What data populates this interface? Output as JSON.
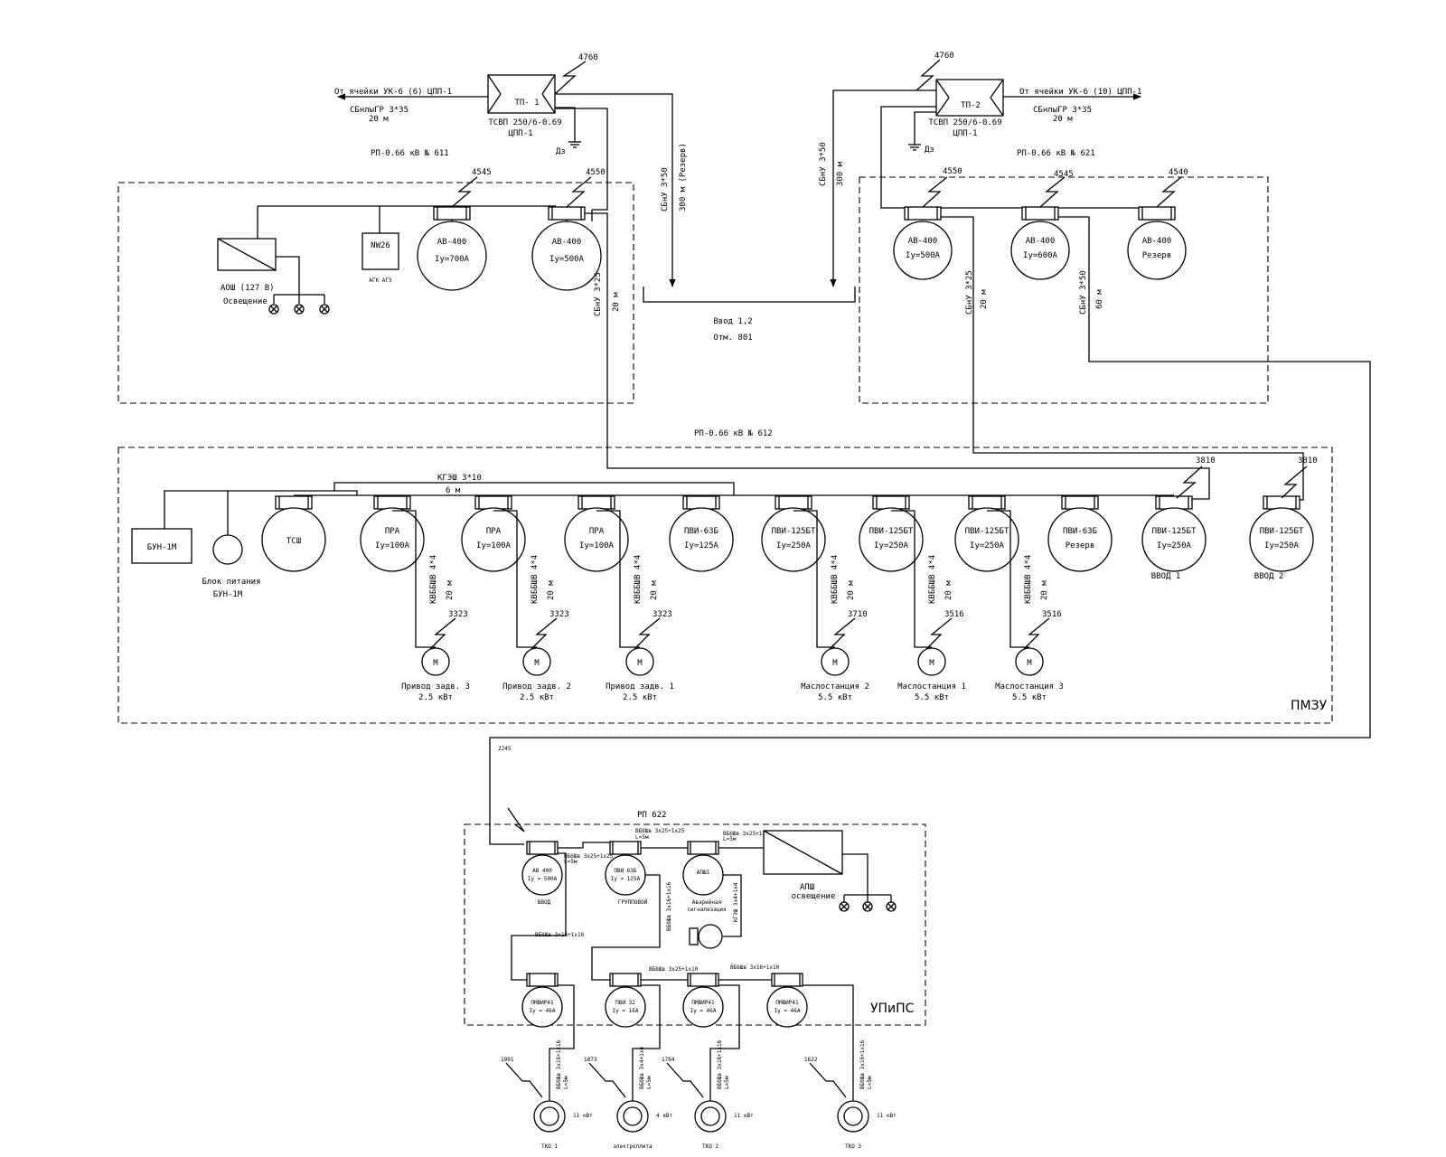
{
  "tp1": {
    "label": "ТП- 1",
    "type": "ТСВП 250/6-0.69",
    "sub": "ЦПП-1",
    "feed": "От ячейки УК-6  (6) ЦПП-1",
    "cable": "СБнлыГР 3*35",
    "cable_len": "20 м",
    "num": "4760",
    "dz": "Дз"
  },
  "tp2": {
    "label": "ТП-2",
    "type": "ТСВП 250/6-0.69",
    "sub": "ЦПП-1",
    "feed": "От ячейки УК-6  (10) ЦПП-1",
    "cable": "СБнлыГР 3*35",
    "cable_len": "20 м",
    "num": "4760",
    "dz": "Дз"
  },
  "cables": {
    "c1": "СБнУ 3*50",
    "c1_len": "300 м (Резерв)",
    "c2": "СБнУ 3*50",
    "c2_len": "300 м",
    "vvod": "Ввод 1,2",
    "otm": "Отм. 801",
    "c3": "СБнУ 3*25",
    "c3_len": "20 м",
    "c4": "СБнУ 3*25",
    "c4_len": "20 м",
    "c5": "СБнУ 3*50",
    "c5_len": "60 м"
  },
  "rp611": {
    "title": "РП-0.66 кВ № 611",
    "n1": "4545",
    "n2": "4550",
    "b1": {
      "name": "АВ-400",
      "val": "Iу=700А"
    },
    "b2": {
      "name": "АВ-400",
      "val": "Iу=500А"
    },
    "nw": "NW26",
    "agk": "АГК АГЗ",
    "aosh": "АОШ (127 В)",
    "osv": "Освещение"
  },
  "rp621": {
    "title": "РП-0.66 кВ № 621",
    "n1": "4550",
    "n2": "4545",
    "n3": "4540",
    "b1": {
      "name": "АВ-400",
      "val": "Iу=500А"
    },
    "b2": {
      "name": "АВ-400",
      "val": "Iу=600А"
    },
    "b3": {
      "name": "АВ-400",
      "val": "Резерв"
    }
  },
  "rp612": {
    "title": "РП-0.66 кВ № 612",
    "bus_cable": "КГЭШ 3*10",
    "bus_len": "6 м",
    "bun": "БУН-1М",
    "blok": "Блок питания",
    "blok2": "БУН-1М",
    "tsh": "ТСШ",
    "pra1": {
      "name": "ПРА",
      "val": "Iу=100А"
    },
    "pra2": {
      "name": "ПРА",
      "val": "Iу=100А"
    },
    "pra3": {
      "name": "ПРА",
      "val": "Iу=100А"
    },
    "pvi63": {
      "name": "ПВИ-63Б",
      "val": "Iу=125А"
    },
    "pvi125a": {
      "name": "ПВИ-125БТ",
      "val": "Iу=250А"
    },
    "pvi125b": {
      "name": "ПВИ-125БТ",
      "val": "Iу=250А"
    },
    "pvi125c": {
      "name": "ПВИ-125БТ",
      "val": "Iу=250А"
    },
    "pvi63r": {
      "name": "ПВИ-63Б",
      "val": "Резерв"
    },
    "in1": {
      "name": "ПВИ-125БТ",
      "val": "Iу=250А",
      "label": "ВВОД 1",
      "num": "3810"
    },
    "in2": {
      "name": "ПВИ-125БТ",
      "val": "Iу=250А",
      "label": "ВВОД 2",
      "num": "3810"
    },
    "kv": "КВББШВ 4*4",
    "kv_len": "20 м",
    "pmzu": "ПМЗУ",
    "motors": [
      {
        "num": "3323",
        "m": "М",
        "name": "Привод задв. 3",
        "pw": "2.5 кВт"
      },
      {
        "num": "3323",
        "m": "М",
        "name": "Привод задв. 2",
        "pw": "2.5 кВт"
      },
      {
        "num": "3323",
        "m": "М",
        "name": "Привод задв. 1",
        "pw": "2.5 кВт"
      },
      {
        "num": "3710",
        "m": "М",
        "name": "Маслостанция 2",
        "pw": "5.5 кВт"
      },
      {
        "num": "3516",
        "m": "М",
        "name": "Маслостанция 1",
        "pw": "5.5 кВт"
      },
      {
        "num": "3516",
        "m": "М",
        "name": "Маслостанция 3",
        "pw": "5.5 кВт"
      }
    ]
  },
  "rp622": {
    "title": "РП 622",
    "num": "2245",
    "upips": "УПиПС",
    "av": {
      "name": "АВ 400",
      "val": "Iу = 500А",
      "label": "ВВОД"
    },
    "pvi": {
      "name": "ПВИ 63Б",
      "val": "Iу = 125А",
      "label": "ГРУППОВОЙ"
    },
    "apsh1": {
      "name": "АПШ1",
      "label": "Аварийная",
      "label2": "сигнализация"
    },
    "apsh": "АПШ",
    "apsh_osv": "освещение",
    "c_top": "ВБбШв 3х25+1х25",
    "c_top_len": "L=5м",
    "c_sm1": "ВБбШв 3х25+1х25",
    "c_sm2": "ВБбШв 3х25+1х10",
    "c_sm3": "ВБбШв 3х16+1х16",
    "c_sm4": "ВБбШв 3х4+1х4",
    "c_sm5": "КГЭШ 3х4+1х4",
    "c_sm6": "ВБбШв 3х16+1х10",
    "c_sm7": "ВБбШв 3х16+1х16",
    "len_small": "L=5м",
    "b1": {
      "name": "ПМВИР41",
      "val": "Iу = 46А"
    },
    "b2": {
      "name": "ПВИ 32",
      "val": "Iу = 16А"
    },
    "b3": {
      "name": "ПМВИР41",
      "val": "Iу = 46А"
    },
    "b4": {
      "name": "ПМВИР41",
      "val": "Iу = 46А"
    },
    "tko": [
      {
        "num": "1991",
        "label": "ТКО 1",
        "pw": "11 кВт",
        "cab": "ВБбШв 3х16+1х16",
        "len": "L=5м"
      },
      {
        "num": "1873",
        "label": "электроплита",
        "pw": "4 кВт",
        "cab": "ВБбШв 3х4+1х4",
        "len": "L=5м"
      },
      {
        "num": "1764",
        "label": "ТКО 2",
        "pw": "11 кВт",
        "cab": "ВБбШв 3х16+1х16",
        "len": "L=5м"
      },
      {
        "num": "1622",
        "label": "ТКО 3",
        "pw": "11 кВт",
        "cab": "ВБбШв 3х16+1х16",
        "len": "L=5м"
      }
    ]
  }
}
